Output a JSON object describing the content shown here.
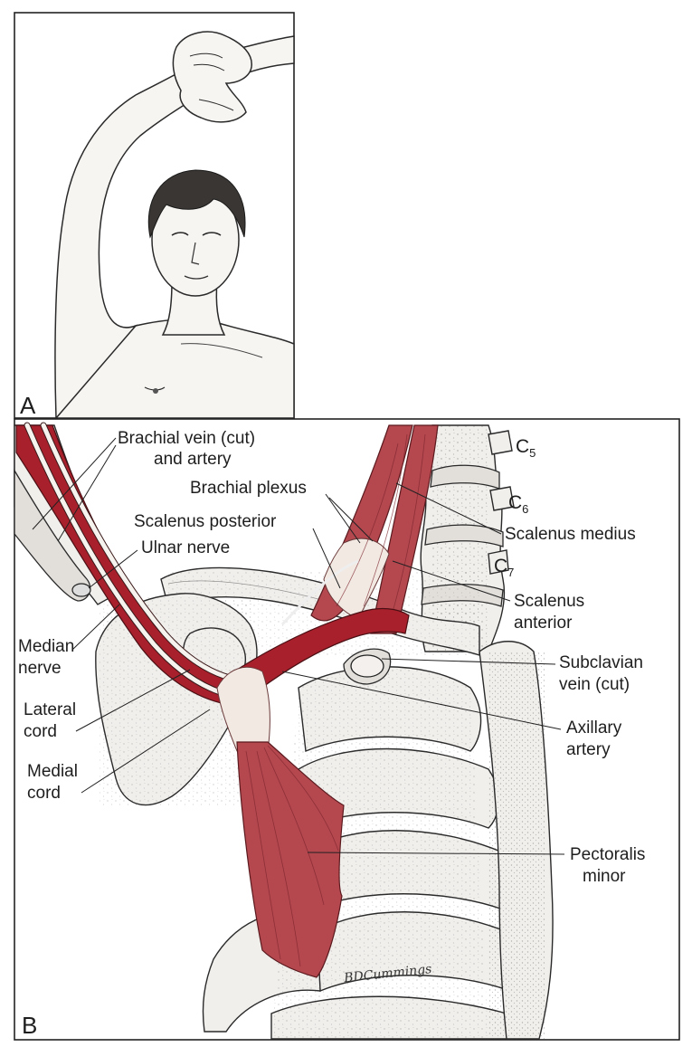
{
  "panels": {
    "a_letter": "A",
    "b_letter": "B"
  },
  "labels": {
    "brachial_vein_line1": "Brachial vein (cut)",
    "brachial_vein_line2": "and artery",
    "brachial_plexus": "Brachial plexus",
    "scalenus_posterior": "Scalenus posterior",
    "ulnar_nerve": "Ulnar nerve",
    "median_nerve_line1": "Median",
    "median_nerve_line2": "nerve",
    "lateral_cord_line1": "Lateral",
    "lateral_cord_line2": "cord",
    "medial_cord_line1": "Medial",
    "medial_cord_line2": "cord",
    "scalenus_medius": "Scalenus medius",
    "scalenus_anterior_line1": "Scalenus",
    "scalenus_anterior_line2": "anterior",
    "subclavian_vein_line1": "Subclavian",
    "subclavian_vein_line2": "vein (cut)",
    "axillary_artery_line1": "Axillary",
    "axillary_artery_line2": "artery",
    "pectoralis_minor_line1": "Pectoralis",
    "pectoralis_minor_line2": "minor"
  },
  "vertebrae": [
    {
      "base": "C",
      "sub": "5"
    },
    {
      "base": "C",
      "sub": "6"
    },
    {
      "base": "C",
      "sub": "7"
    }
  ],
  "signature": "BDCummings",
  "colors": {
    "muscle": "#b5474f",
    "vessel": "#a8202b",
    "bone": "#f1efec"
  }
}
